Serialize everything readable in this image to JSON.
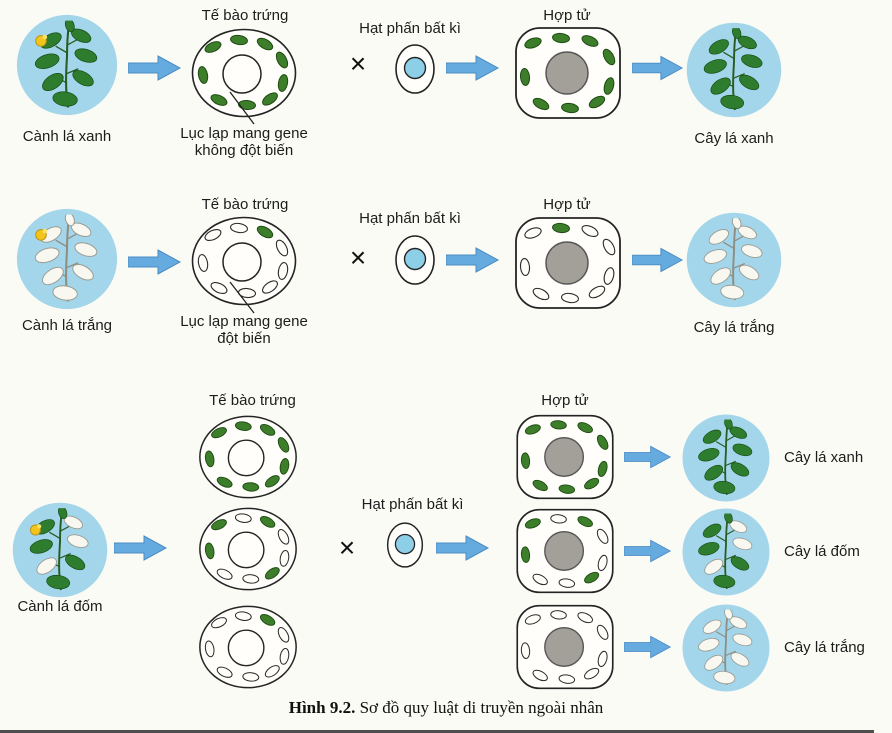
{
  "figure": {
    "caption_bold": "Hình 9.2.",
    "caption_text": "Sơ đồ quy luật di truyền ngoài nhân"
  },
  "labels": {
    "egg_cell": "Tế bào trứng",
    "pollen": "Hạt phấn bất kì",
    "zygote": "Hợp tử",
    "cross": "×"
  },
  "rows": [
    {
      "source": "Cành lá xanh",
      "note1": "Lục lạp mang gene",
      "note2": "không đột biến",
      "result": "Cây lá xanh"
    },
    {
      "source": "Cành lá trắng",
      "note1": "Lục lạp mang gene",
      "note2": "đột biến",
      "result": "Cây lá trắng"
    },
    {
      "source": "Cành lá đốm",
      "results": [
        "Cây lá xanh",
        "Cây lá đốm",
        "Cây lá trắng"
      ]
    }
  ],
  "colors": {
    "arrow_blue": "#66abdf",
    "photo_blue": "#a3d6ea",
    "chloroplast_green": "#3d7e2b",
    "nucleus_gray": "#a3a09a",
    "pollen_blue": "#8ecfe8"
  }
}
